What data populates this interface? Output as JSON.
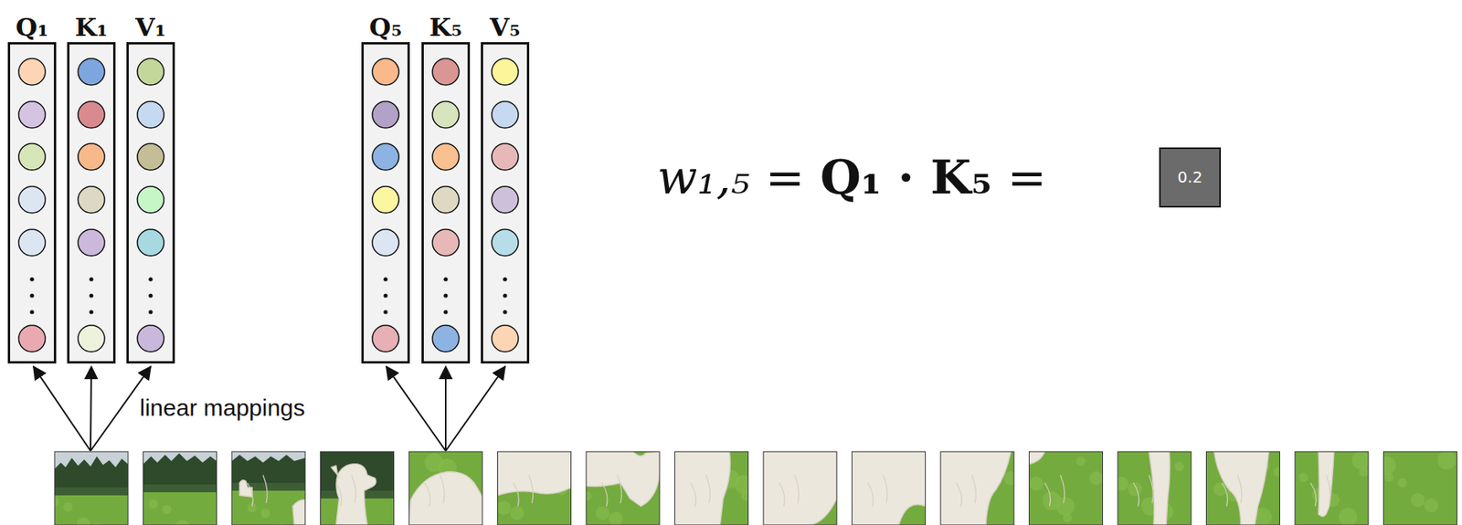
{
  "diagram": {
    "nodes": [
      {
        "text": [
          "Q₁"
        ]
      },
      {
        "text": [
          "K₁"
        ]
      },
      {
        "text": [
          "V₁"
        ]
      },
      {
        "text": [
          "Q₅"
        ]
      },
      {
        "text": [
          "K₅"
        ]
      },
      {
        "text": [
          "V₅"
        ]
      },
      {
        "text": [
          "0.2"
        ]
      }
    ],
    "edges": [],
    "labels": [
      "w₁,₅",
      "=",
      "Q₁ · K₅",
      "=",
      "linear mappings"
    ]
  }
}
